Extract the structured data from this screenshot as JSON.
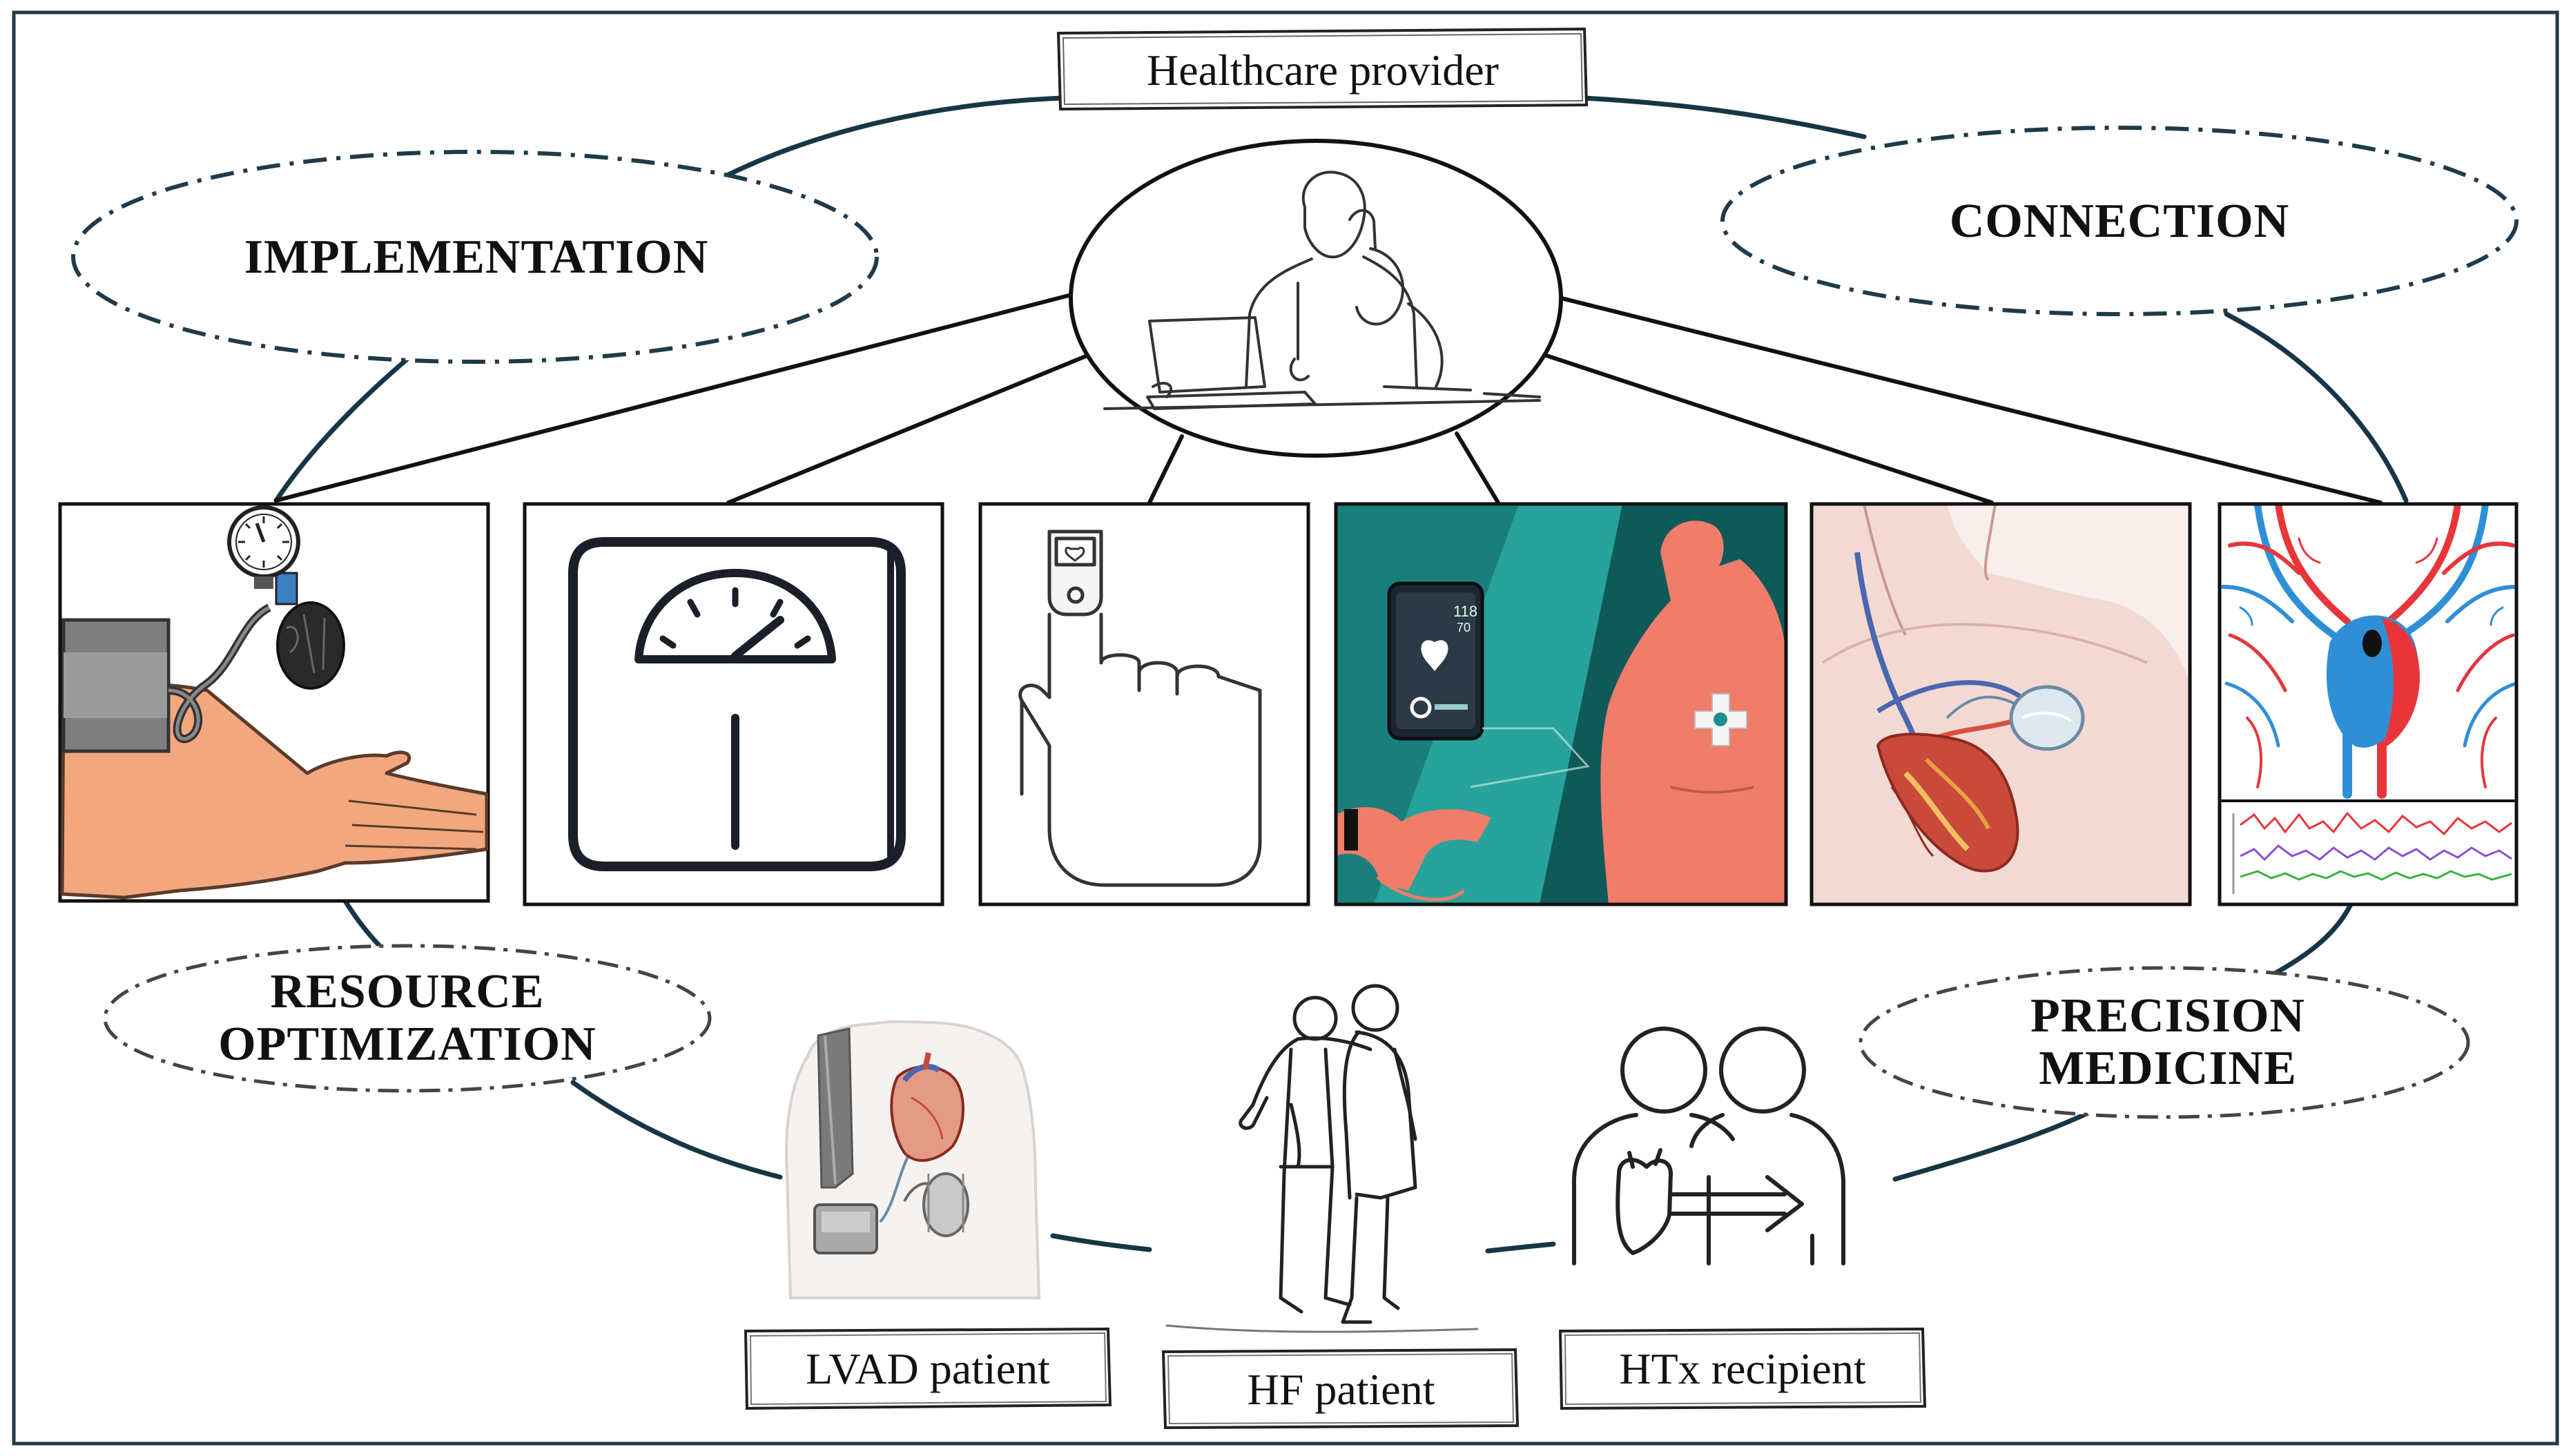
{
  "top_label": "Healthcare provider",
  "ovals": {
    "implementation": "IMPLEMENTATION",
    "connection": "CONNECTION",
    "resource_line1": "RESOURCE",
    "resource_line2": "OPTIMIZATION",
    "precision_line1": "PRECISION",
    "precision_line2": "MEDICINE"
  },
  "patients": {
    "lvad": "LVAD patient",
    "hf": "HF patient",
    "htx": "HTx recipient"
  },
  "colors": {
    "frame": "#1f3a4a",
    "curve": "#173645",
    "oval_dash": "#1f3a4a",
    "skin": "#f2a77f",
    "cuff": "#8a8a8a",
    "teal_bg": "#1f8f8c",
    "teal_dark": "#135f5f",
    "coral_body": "#ef7d6a",
    "artery_red": "#e8353b",
    "vein_blue": "#2f8fd6"
  },
  "icons": [
    "doctor-on-phone-icon",
    "blood-pressure-monitor-icon",
    "weighing-scale-icon",
    "pulse-oximeter-finger-icon",
    "smartphone-remote-monitoring-icon",
    "implanted-cardiac-device-icon",
    "circulation-and-signals-icon",
    "lvad-patient-icon",
    "elderly-couple-icon",
    "heart-transplant-icon"
  ]
}
